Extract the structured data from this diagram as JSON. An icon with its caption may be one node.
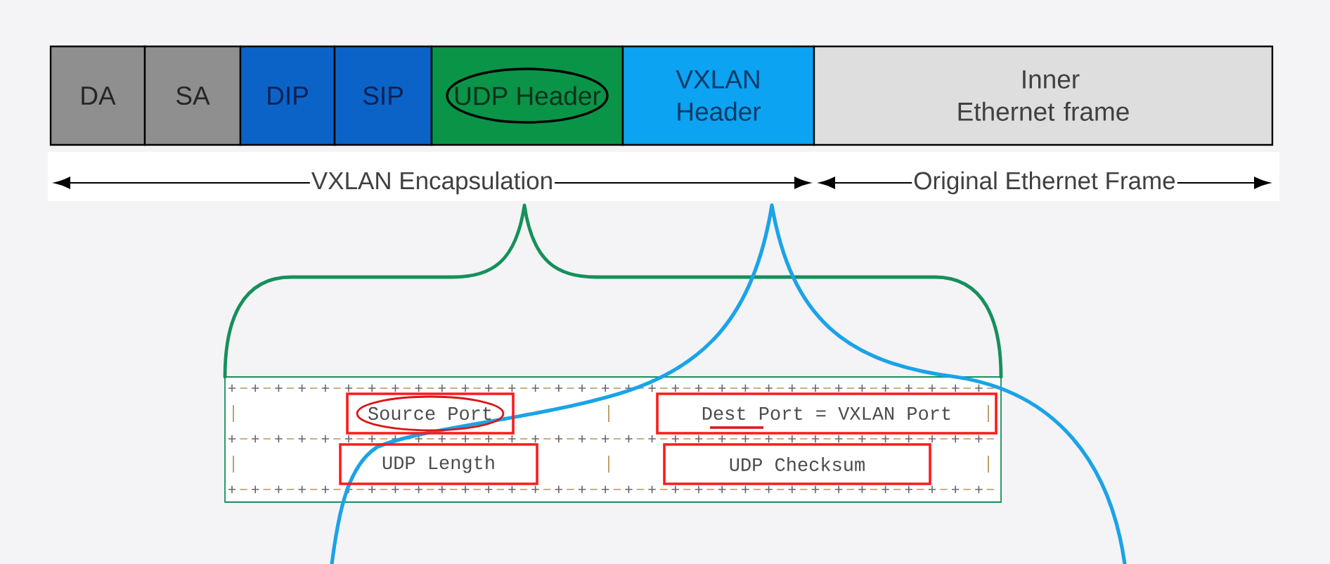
{
  "diagram": {
    "nodes": [
      {
        "text": [
          "DA"
        ]
      },
      {
        "text": [
          "SA"
        ]
      },
      {
        "text": [
          "DIP"
        ]
      },
      {
        "text": [
          "SIP"
        ]
      },
      {
        "text": [
          "UDP Header"
        ]
      },
      {
        "text": [
          "VXLAN Header"
        ]
      },
      {
        "text": [
          "Inner Ethernet frame"
        ]
      },
      {
        "text": [],
        "shape": "box"
      },
      {
        "text": [
          "Source Port"
        ],
        "in": 7
      },
      {
        "text": [
          "Dest Port = VXLAN Port"
        ],
        "in": 7
      },
      {
        "text": [
          "UDP Length"
        ],
        "in": 7
      },
      {
        "text": [
          "UDP Checksum"
        ],
        "in": 7
      }
    ],
    "labels": [
      "VXLAN Encapsulation",
      "Original Ethernet Frame"
    ]
  }
}
